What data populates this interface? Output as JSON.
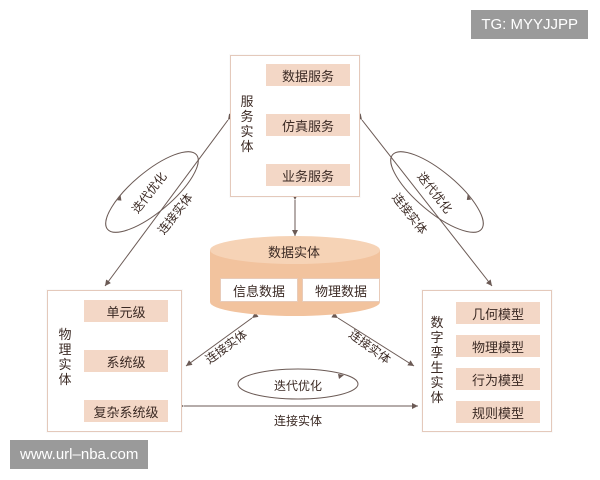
{
  "watermark_top": "TG: MYYJJPP",
  "watermark_bottom": "www.url–nba.com",
  "service_entity": {
    "label": "服务实体",
    "items": [
      "数据服务",
      "仿真服务",
      "业务服务"
    ]
  },
  "physical_entity": {
    "label": "物理实体",
    "items": [
      "单元级",
      "系统级",
      "复杂系统级"
    ]
  },
  "twin_entity": {
    "label": "数字孪生实体",
    "items": [
      "几何模型",
      "物理模型",
      "行为模型",
      "规则模型"
    ]
  },
  "data_entity": {
    "title": "数据实体",
    "items": [
      "信息数据",
      "物理数据"
    ]
  },
  "edge_labels": {
    "iterate": "迭代优化",
    "connect": "连接实体"
  },
  "colors": {
    "item_fill": "#f3d7c6",
    "panel_border": "#e4c9bb",
    "cylinder": "#f2c39e",
    "cylinder_top": "#f6d3b6",
    "arrow": "#6b5a55"
  }
}
